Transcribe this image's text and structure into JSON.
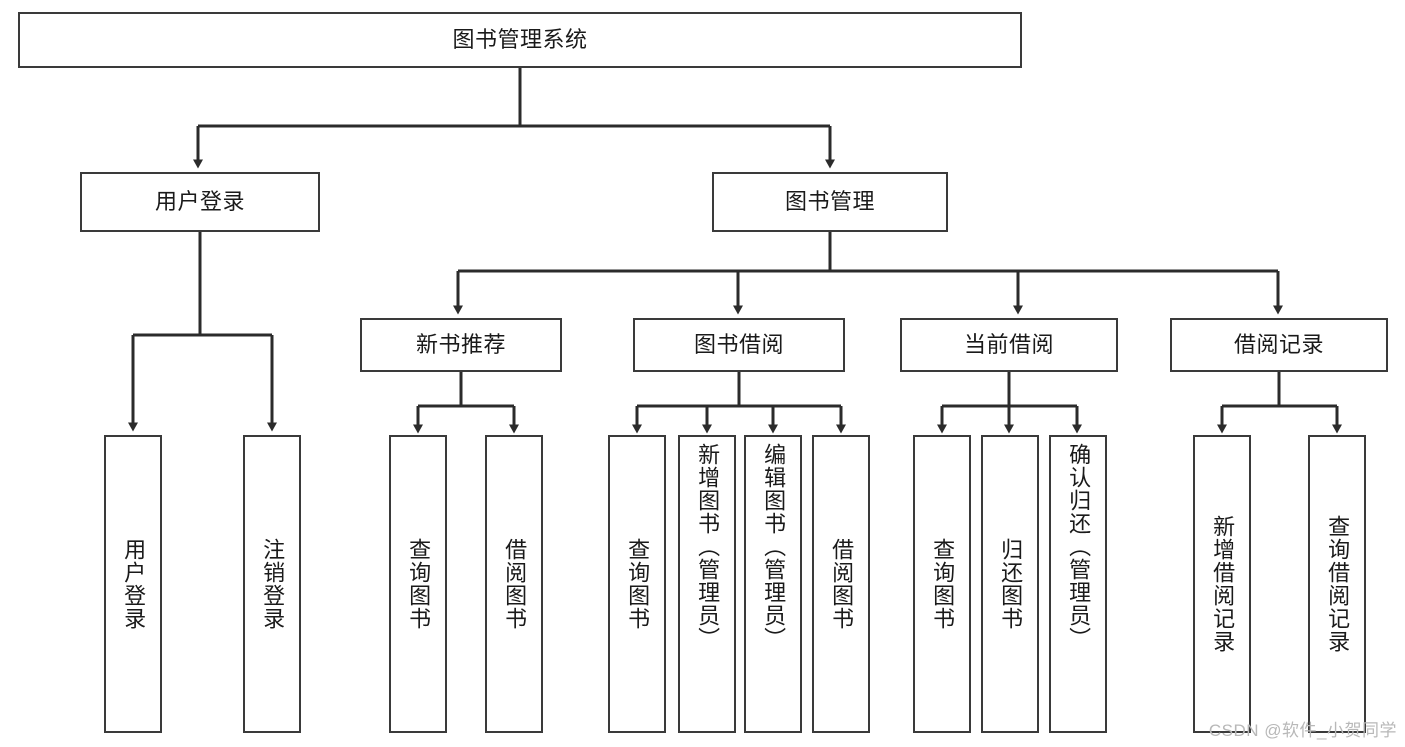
{
  "diagram": {
    "title": "图书管理系统",
    "type": "tree-hierarchy",
    "watermark": "CSDN @软件_小贺同学",
    "colors": {
      "background": "#ffffff",
      "node_border": "#3a3a3a",
      "node_fill": "#ffffff",
      "text": "#1a1a1a",
      "edge": "#2b2b2b",
      "watermark": "#b8b8b8"
    }
  },
  "nodes": {
    "root": {
      "label": "图书管理系统"
    },
    "level2": [
      {
        "label": "用户登录"
      },
      {
        "label": "图书管理"
      }
    ],
    "level3": [
      {
        "label": "新书推荐"
      },
      {
        "label": "图书借阅"
      },
      {
        "label": "当前借阅"
      },
      {
        "label": "借阅记录"
      }
    ],
    "leaves": {
      "user_login": [
        {
          "label": "用户登录"
        },
        {
          "label": "注销登录"
        }
      ],
      "new_book": [
        {
          "label": "查询图书"
        },
        {
          "label": "借阅图书"
        }
      ],
      "book_borrow": [
        {
          "label": "查询图书"
        },
        {
          "label": "新增图书（管理员）"
        },
        {
          "label": "编辑图书（管理员）"
        },
        {
          "label": "借阅图书"
        }
      ],
      "current_borrow": [
        {
          "label": "查询图书"
        },
        {
          "label": "归还图书"
        },
        {
          "label": "确认归还（管理员）"
        }
      ],
      "borrow_record": [
        {
          "label": "新增借阅记录"
        },
        {
          "label": "查询借阅记录"
        }
      ]
    }
  }
}
